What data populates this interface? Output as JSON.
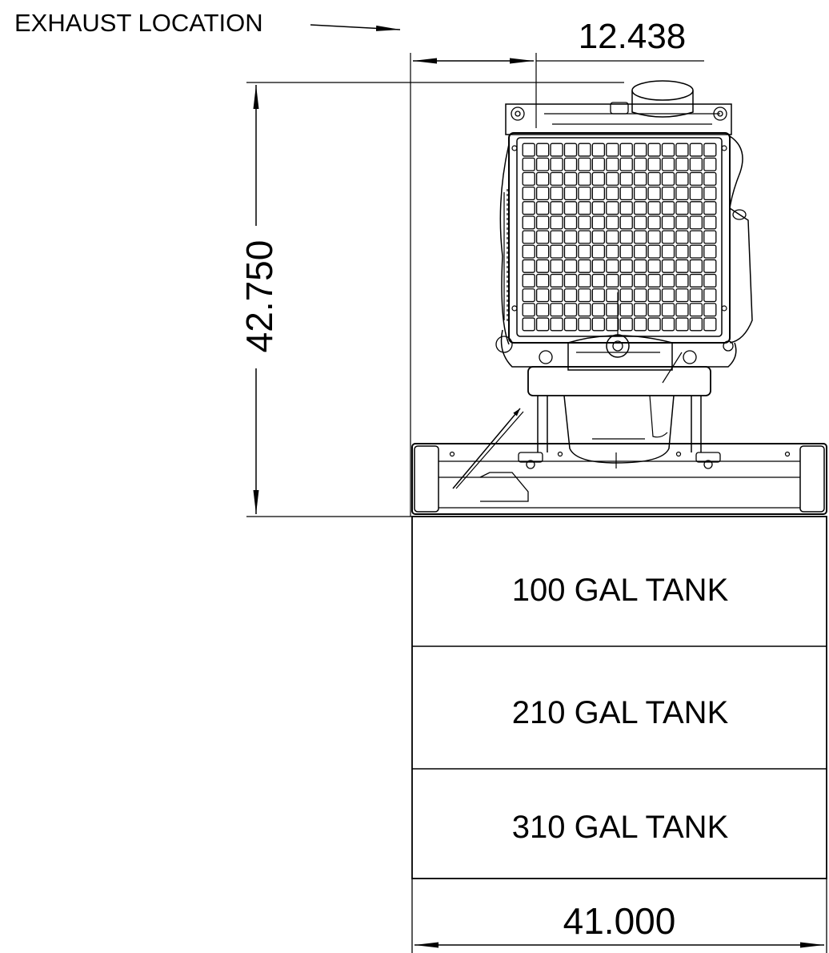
{
  "labels": {
    "exhaust_location": "EXHAUST LOCATION"
  },
  "dimensions": {
    "exhaust_offset": "12.438",
    "overall_height": "42.750",
    "overall_width": "41.000"
  },
  "tanks": [
    {
      "label": "100 GAL TANK"
    },
    {
      "label": "210 GAL TANK"
    },
    {
      "label": "310 GAL TANK"
    }
  ],
  "radiator_grid": {
    "columns": 14,
    "rows": 13
  }
}
